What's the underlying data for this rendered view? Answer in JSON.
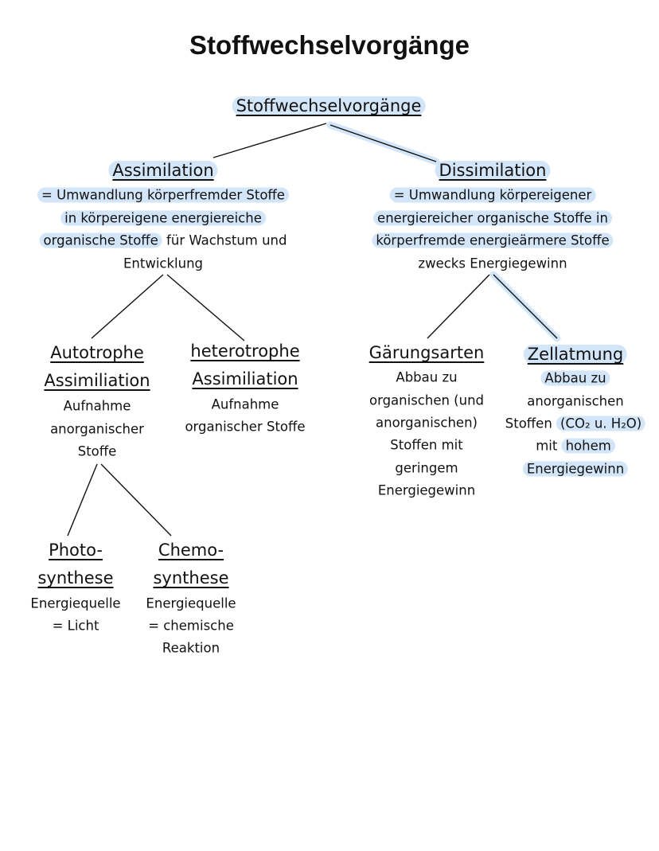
{
  "title": "Stoffwechselvorgänge",
  "colors": {
    "highlight": "#d3e5f8",
    "text": "#111111"
  },
  "nodes": {
    "root": {
      "heads": [
        [
          {
            "t": "Stoffwechselvorgänge",
            "hl": true
          }
        ]
      ],
      "lines": []
    },
    "assimilation": {
      "heads": [
        [
          {
            "t": "Assimilation",
            "hl": true
          }
        ]
      ],
      "lines": [
        [
          {
            "t": "= Umwandlung körperfremder Stoffe",
            "hl": true
          }
        ],
        [
          {
            "t": "in körpereigene energiereiche",
            "hl": true
          }
        ],
        [
          {
            "t": "organische Stoffe",
            "hl": true
          },
          {
            "t": " für Wachstum und",
            "hl": false
          }
        ],
        [
          {
            "t": "Entwicklung",
            "hl": false
          }
        ]
      ]
    },
    "dissimilation": {
      "heads": [
        [
          {
            "t": "Dissimilation",
            "hl": true
          }
        ]
      ],
      "lines": [
        [
          {
            "t": "= Umwandlung körpereigener",
            "hl": true
          }
        ],
        [
          {
            "t": "energiereicher organische Stoffe in",
            "hl": true
          }
        ],
        [
          {
            "t": "körperfremde energieärmere Stoffe",
            "hl": true
          }
        ],
        [
          {
            "t": "zwecks Energiegewinn",
            "hl": false
          }
        ]
      ]
    },
    "autotrophe": {
      "heads": [
        [
          {
            "t": "Autotrophe",
            "hl": false
          }
        ],
        [
          {
            "t": "Assimiliation",
            "hl": false
          }
        ]
      ],
      "lines": [
        [
          {
            "t": "Aufnahme",
            "hl": false
          }
        ],
        [
          {
            "t": "anorganischer",
            "hl": false
          }
        ],
        [
          {
            "t": "Stoffe",
            "hl": false
          }
        ]
      ]
    },
    "heterotrophe": {
      "heads": [
        [
          {
            "t": "heterotrophe",
            "hl": false
          }
        ],
        [
          {
            "t": "Assimiliation",
            "hl": false
          }
        ]
      ],
      "lines": [
        [
          {
            "t": "Aufnahme",
            "hl": false
          }
        ],
        [
          {
            "t": "organischer Stoffe",
            "hl": false
          }
        ]
      ]
    },
    "gaerung": {
      "heads": [
        [
          {
            "t": "Gärungsarten",
            "hl": false
          }
        ]
      ],
      "lines": [
        [
          {
            "t": "Abbau zu",
            "hl": false
          }
        ],
        [
          {
            "t": "organischen (und",
            "hl": false
          }
        ],
        [
          {
            "t": "anorganischen)",
            "hl": false
          }
        ],
        [
          {
            "t": "Stoffen mit",
            "hl": false
          }
        ],
        [
          {
            "t": "geringem",
            "hl": false
          }
        ],
        [
          {
            "t": "Energiegewinn",
            "hl": false
          }
        ]
      ]
    },
    "zellatmung": {
      "heads": [
        [
          {
            "t": "Zellatmung",
            "hl": true
          }
        ]
      ],
      "lines": [
        [
          {
            "t": "Abbau zu",
            "hl": true
          }
        ],
        [
          {
            "t": "anorganischen",
            "hl": false
          }
        ],
        [
          {
            "t": "Stoffen ",
            "hl": false
          },
          {
            "t": "(CO₂ u. H₂O)",
            "hl": true
          }
        ],
        [
          {
            "t": "mit ",
            "hl": false
          },
          {
            "t": "hohem",
            "hl": true
          }
        ],
        [
          {
            "t": "Energiegewinn",
            "hl": true
          }
        ]
      ]
    },
    "photo": {
      "heads": [
        [
          {
            "t": "Photo-",
            "hl": false
          }
        ],
        [
          {
            "t": "synthese",
            "hl": false
          }
        ]
      ],
      "lines": [
        [
          {
            "t": "Energiequelle",
            "hl": false
          }
        ],
        [
          {
            "t": "= Licht",
            "hl": false
          }
        ]
      ]
    },
    "chemo": {
      "heads": [
        [
          {
            "t": "Chemo-",
            "hl": false
          }
        ],
        [
          {
            "t": "synthese",
            "hl": false
          }
        ]
      ],
      "lines": [
        [
          {
            "t": "Energiequelle",
            "hl": false
          }
        ],
        [
          {
            "t": "= chemische",
            "hl": false
          }
        ],
        [
          {
            "t": "Reaktion",
            "hl": false
          }
        ]
      ]
    }
  }
}
